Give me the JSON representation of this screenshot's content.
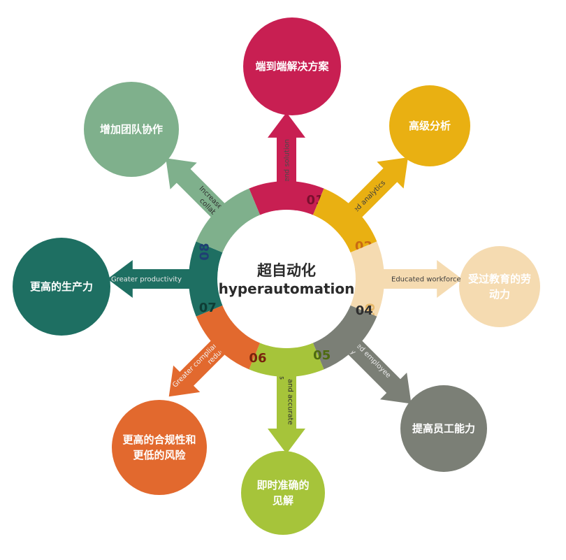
{
  "center": {
    "title_cn": "超自动化",
    "title_en": "hyperautomation"
  },
  "items": [
    {
      "number": "01",
      "title_lines": [
        "端到端解决方案"
      ],
      "arrow_lines": [
        "End-to-end solution"
      ],
      "color": "#c81f52",
      "number_color": "#7a0f2e",
      "label_color": "#4a4a4a"
    },
    {
      "number": "02",
      "title_lines": [
        "高级分析"
      ],
      "arrow_lines": [
        "Advanced analytics"
      ],
      "color": "#e9b012",
      "number_color": "#c96a12",
      "label_color": "#3d3d3d"
    },
    {
      "number": "03",
      "title_lines": [
        "受过教育的劳",
        "动力"
      ],
      "arrow_lines": [
        "Educated workforce"
      ],
      "color": "#f5dbb1",
      "number_color": "#e6b86a",
      "label_color": "#3d3d3d"
    },
    {
      "number": "04",
      "title_lines": [
        "提高员工能力"
      ],
      "arrow_lines": [
        "Increased employee",
        "capacity"
      ],
      "color": "#7b7f76",
      "number_color": "#2e2e2e",
      "label_color": "#e8e8e8"
    },
    {
      "number": "05",
      "title_lines": [
        "即时准确的",
        "见解"
      ],
      "arrow_lines": [
        "Instant and accurate",
        "insights"
      ],
      "color": "#a6c43a",
      "number_color": "#4e6a10",
      "label_color": "#2e2e2e"
    },
    {
      "number": "06",
      "title_lines": [
        "更高的合规性和",
        "更低的风险"
      ],
      "arrow_lines": [
        "Greater compliance and",
        "reduced risk"
      ],
      "color": "#e2692e",
      "number_color": "#7a220d",
      "label_color": "#f2f2f2"
    },
    {
      "number": "07",
      "title_lines": [
        "更高的生产力"
      ],
      "arrow_lines": [
        "Greater productivity"
      ],
      "color": "#1e6f62",
      "number_color": "#0f3d35",
      "label_color": "#e8e8e8"
    },
    {
      "number": "08",
      "title_lines": [
        "增加团队协作"
      ],
      "arrow_lines": [
        "Increased team",
        "collaboration"
      ],
      "color": "#7fb08c",
      "number_color": "#1f3f73",
      "label_color": "#2e2e2e"
    }
  ]
}
